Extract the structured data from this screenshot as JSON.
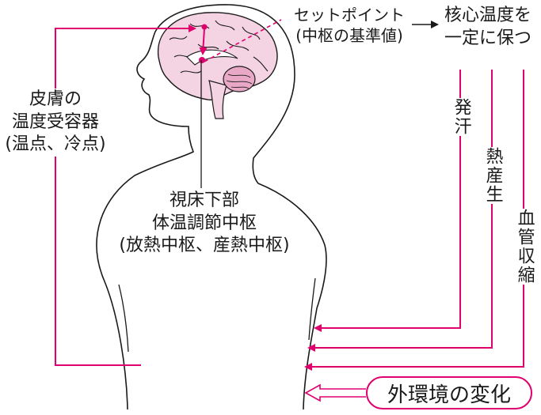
{
  "colors": {
    "accent": "#e0006e",
    "outline": "#1a1a1a",
    "brain_fill": "#f4d3e2"
  },
  "labels": {
    "set_point": "セットポイント",
    "set_point_sub": "(中枢の基準値)",
    "core_temp_line1": "核心温度を",
    "core_temp_line2": "一定に保つ",
    "skin_receptor_line1": "皮膚の",
    "skin_receptor_line2": "温度受容器",
    "skin_receptor_line3": "(温点、冷点)",
    "hypothalamus_line1": "視床下部",
    "hypothalamus_line2": "体温調節中枢",
    "hypothalamus_line3": "(放熱中枢、産熱中枢)",
    "sweating": "発汗",
    "heat_production": "熱産生",
    "vasoconstriction": "血管収縮",
    "external_change": "外環境の変化"
  }
}
